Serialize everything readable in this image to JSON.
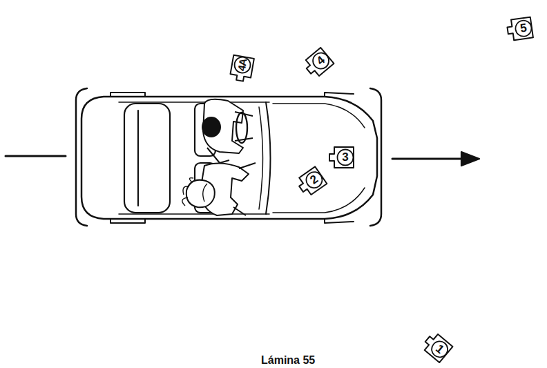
{
  "diagram": {
    "caption": "Lámina 55",
    "labels": [
      "4A",
      "4",
      "5",
      "3",
      "2",
      "1"
    ]
  }
}
